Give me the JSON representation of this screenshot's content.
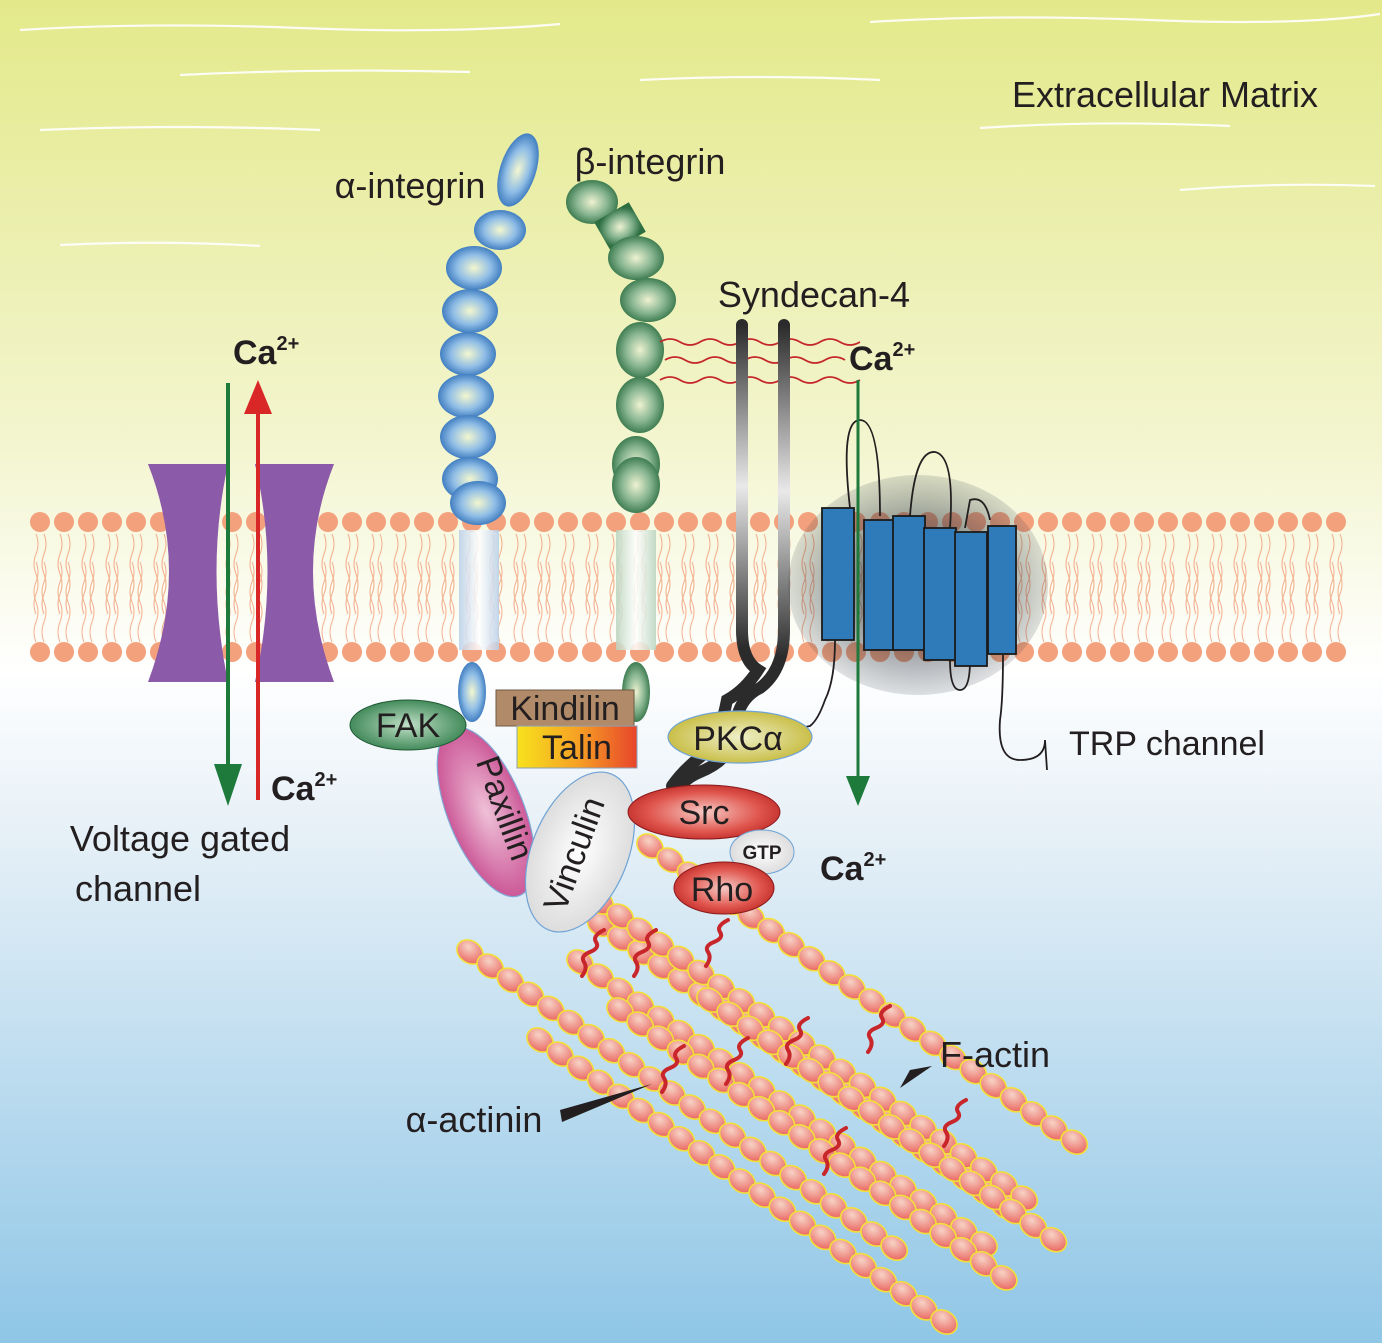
{
  "labels": {
    "ecm": "Extracellular Matrix",
    "alpha_integrin": "α-integrin",
    "beta_integrin": "β-integrin",
    "syndecan": "Syndecan-4",
    "trp_channel": "TRP channel",
    "voltage_line1": "Voltage gated",
    "voltage_line2": "channel",
    "fak": "FAK",
    "paxillin": "Paxillin",
    "vinculin": "Vinculin",
    "kindlin": "Kindilin",
    "talin": "Talin",
    "pkc": "PKCα",
    "src": "Src",
    "gtp": "GTP",
    "rho": "Rho",
    "f_actin": "F-actin",
    "alpha_actinin": "α-actinin",
    "ca_base": "Ca",
    "ca_sup": "2+"
  },
  "colors": {
    "ecm_top": "#e3e98a",
    "cytoplasm_bottom": "#8fc6e6",
    "lipid_head": "#f3a07c",
    "alpha_integrin": "#4b8fcf",
    "beta_integrin": "#3f8a55",
    "voltage_channel": "#8b5aa8",
    "arrow_influx": "#1e7a3a",
    "arrow_efflux": "#d92727",
    "trp_helix": "#2f7ab9",
    "actin_bead": "#ef7f74",
    "actin_outline": "#f2e03a",
    "actinin": "#c8262a"
  }
}
